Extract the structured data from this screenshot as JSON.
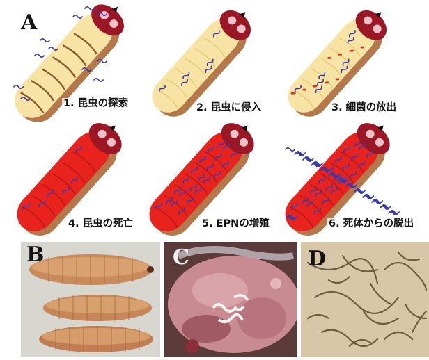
{
  "figure": {
    "panel_a_label": "A",
    "panel_b_label": "B",
    "panel_c_label": "C",
    "panel_d_label": "D",
    "steps": [
      "1. 昆虫の探索",
      "2. 昆虫に侵入",
      "3. 細菌の放出",
      "4. 昆虫の死亡",
      "5. EPNの増殖",
      "6. 死体からの脱出"
    ]
  },
  "colors": {
    "larva_healthy": "#f7e3a3",
    "larva_dead": "#e8231e",
    "larva_edge": "#b5784a",
    "head": "#9b1726",
    "nematode": "#3a3ab0",
    "bacteria": "#d4361f"
  }
}
